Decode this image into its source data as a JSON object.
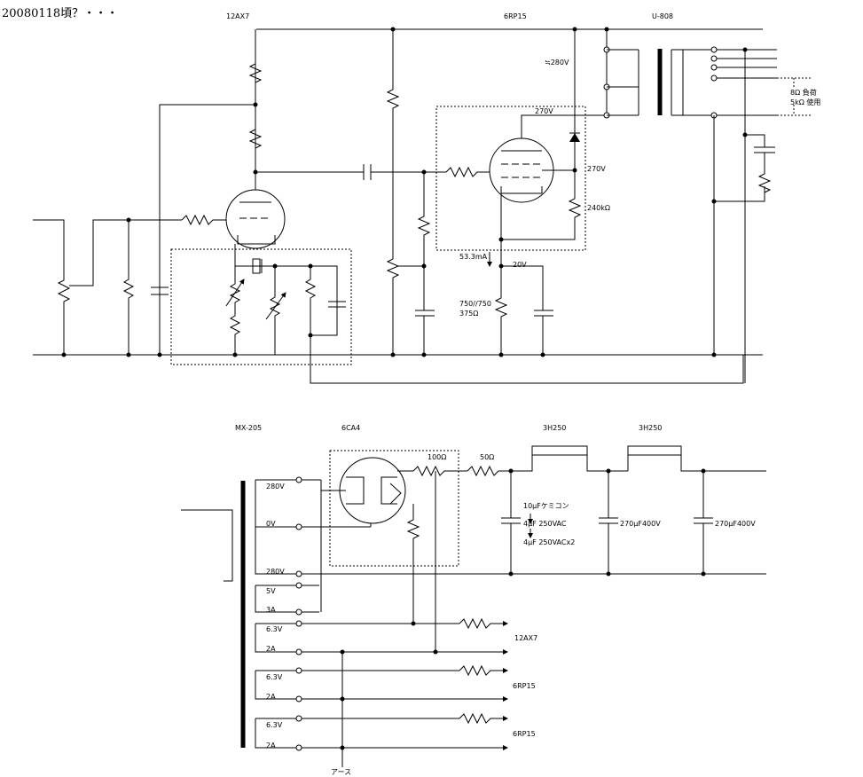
{
  "page_title": "20080118頃？・・・",
  "amp": {
    "tube_12ax7": "12AX7",
    "tube_6rp15": "6RP15",
    "output_transformer": "U-808",
    "v_approx_280": "≒280V",
    "v_270_top": "270V",
    "v_270_side": "270V",
    "r_240k": "240kΩ",
    "i_cathode": "53.3mA",
    "v_cathode": "20V",
    "r_cathode_1": "750//750",
    "r_cathode_2": "375Ω",
    "load_8": "8Ω 負荷",
    "load_5k": "5kΩ 使用"
  },
  "psu": {
    "power_transformer": "MX-205",
    "rectifier": "6CA4",
    "choke_1": "3H250",
    "choke_2": "3H250",
    "r_100": "100Ω",
    "r_50": "50Ω",
    "tap_280_top": "280V",
    "tap_0": "0V",
    "tap_280_bottom": "280V",
    "tap_5v": "5V",
    "tap_3a": "3A",
    "heater1_v": "6.3V",
    "heater1_a": "2A",
    "heater2_v": "6.3V",
    "heater2_a": "2A",
    "heater3_v": "6.3V",
    "heater3_a": "2A",
    "cap_note_1": "10μFケミコン",
    "cap_note_2": "4μF 250VAC",
    "cap_note_3": "4μF 250VACx2",
    "cap_2": "270μF400V",
    "cap_3": "270μF400V",
    "heater_load_1": "12AX7",
    "heater_load_2": "6RP15",
    "heater_load_3": "6RP15",
    "ground": "アース"
  }
}
